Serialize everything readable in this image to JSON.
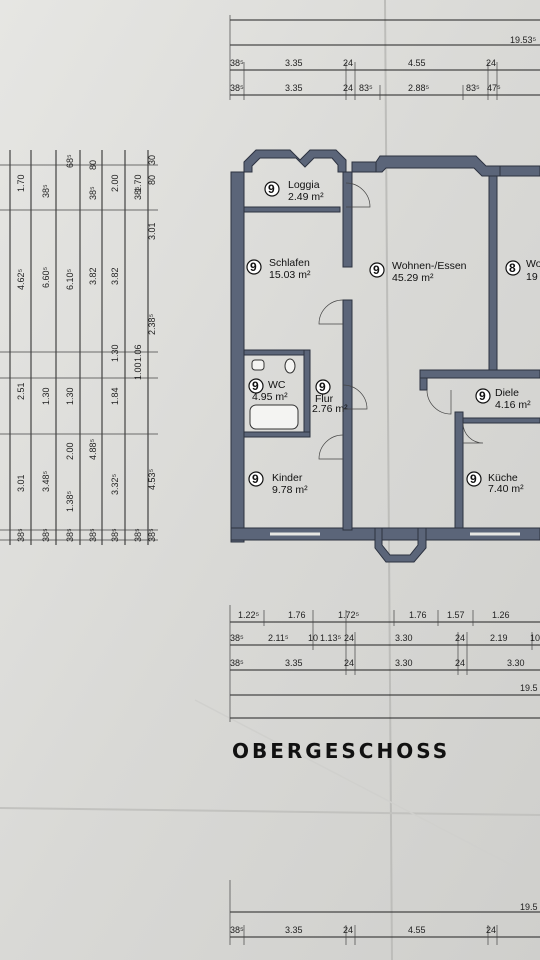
{
  "title": "OBERGESCHOSS",
  "top_dims": {
    "row1": [
      "19.53⁵"
    ],
    "row2": [
      "38⁵",
      "3.35",
      "24",
      "4.55",
      "24"
    ],
    "row3": [
      "38⁵",
      "3.35",
      "24",
      "83⁵",
      "2.88⁵",
      "83⁵",
      "47⁵"
    ]
  },
  "left_dims": {
    "col1": [
      "1.70",
      "4.62⁵",
      "2.51",
      "3.01",
      "38⁵"
    ],
    "col2": [
      "38⁵",
      "6.60⁵",
      "1.30",
      "3.48⁵",
      "38⁵"
    ],
    "col3": [
      "68⁵",
      "6.10⁵",
      "1.30",
      "2.00",
      "1.38⁵",
      "38⁵"
    ],
    "col4": [
      "80",
      "38⁵",
      "3.82",
      "4.88⁵",
      "38⁵"
    ],
    "col5": [
      "2.00",
      "3.82",
      "1.30",
      "1.84",
      "3.32⁵",
      "38⁵"
    ],
    "col6": [
      "38⁵",
      "1.70",
      "1.06",
      "1.00",
      "38⁵"
    ],
    "col7": [
      "30",
      "80",
      "3.01",
      "2.38⁵",
      "4.53⁵",
      "38⁵"
    ]
  },
  "rooms": [
    {
      "num": "9",
      "name": "Loggia",
      "area": "2.49 m²"
    },
    {
      "num": "9",
      "name": "Schlafen",
      "area": "15.03 m²"
    },
    {
      "num": "9",
      "name": "Wohnen-/Essen",
      "area": "45.29 m²"
    },
    {
      "num": "8",
      "name": "Wo",
      "area": "19"
    },
    {
      "num": "9",
      "name": "WC",
      "area": "4.95 m²"
    },
    {
      "num": "9",
      "name": "Flur",
      "area": "2.76 m²"
    },
    {
      "num": "9",
      "name": "Diele",
      "area": "4.16 m²"
    },
    {
      "num": "9",
      "name": "Kinder",
      "area": "9.78 m²"
    },
    {
      "num": "9",
      "name": "Küche",
      "area": "7.40 m²"
    }
  ],
  "bottom_dims": {
    "row1": [
      "1.22⁵",
      "1.76",
      "1.72⁵",
      "1.76",
      "1.57",
      "1.26"
    ],
    "row2": [
      "38⁵",
      "2.11⁵",
      "10",
      "1.13⁵",
      "24",
      "3.30",
      "24",
      "2.19",
      "10"
    ],
    "row3": [
      "38⁵",
      "3.35",
      "24",
      "3.30",
      "24",
      "3.30"
    ],
    "row4": [
      "19.5"
    ]
  },
  "lower_dims": {
    "row1": [
      "19.5"
    ],
    "row2": [
      "38⁵",
      "3.35",
      "24",
      "4.55",
      "24"
    ]
  },
  "colors": {
    "paper": "#dcdcd8",
    "wall": "#5b6579",
    "ink": "#222222"
  }
}
